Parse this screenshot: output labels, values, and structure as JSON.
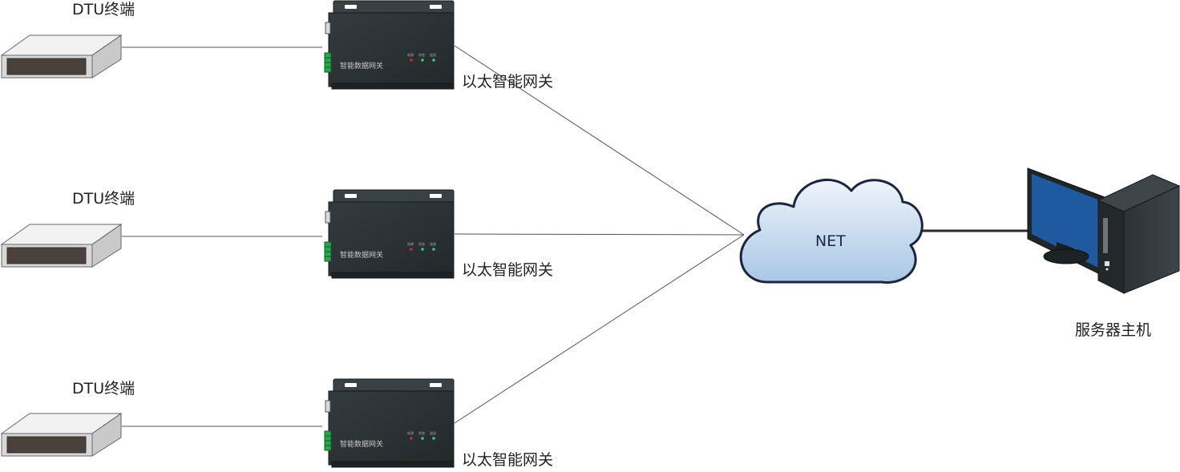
{
  "dtu_terminals": [
    {
      "label": "DTU终端"
    },
    {
      "label": "DTU终端"
    },
    {
      "label": "DTU终端"
    }
  ],
  "gateways": [
    {
      "label": "以太智能网关",
      "panel_text": "智能数据网关",
      "led_labels": [
        "电源",
        "状态",
        "连接"
      ]
    },
    {
      "label": "以太智能网关",
      "panel_text": "智能数据网关",
      "led_labels": [
        "电源",
        "状态",
        "连接"
      ]
    },
    {
      "label": "以太智能网关",
      "panel_text": "智能数据网关",
      "led_labels": [
        "电源",
        "状态",
        "连接"
      ]
    }
  ],
  "cloud": {
    "label": "NET"
  },
  "server": {
    "label": "服务器主机"
  },
  "colors": {
    "gateway_body": "#2b3134",
    "cloud_fill": "#c9dcef",
    "cloud_stroke": "#1b2540",
    "monitor_screen": "#1f5aa0",
    "led_red": "#e02020",
    "led_green": "#2fd070"
  }
}
